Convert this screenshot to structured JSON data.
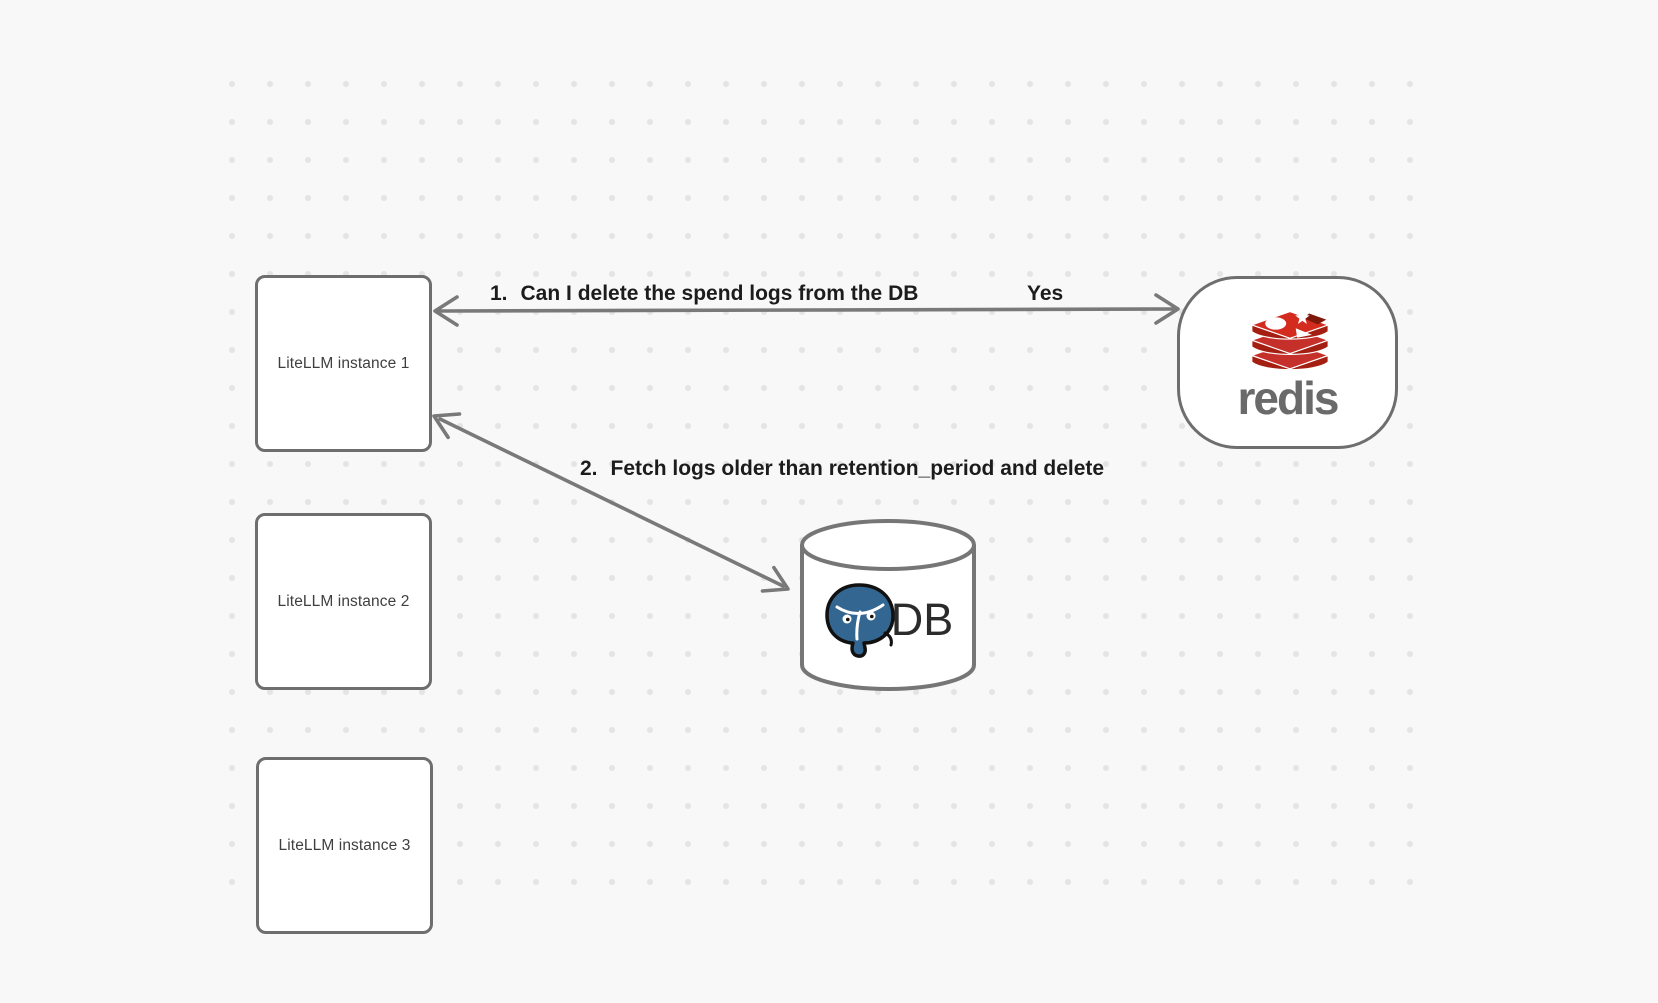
{
  "diagram": {
    "nodes": {
      "instance1": {
        "label": "LiteLLM instance 1"
      },
      "instance2": {
        "label": "LiteLLM instance 2"
      },
      "instance3": {
        "label": "LiteLLM instance 3"
      },
      "redis": {
        "wordmark": "redis"
      },
      "db": {
        "label": "DB"
      }
    },
    "edges": {
      "edge1": {
        "number": "1.",
        "text": "Can I delete the spend logs from the DB",
        "response": "Yes",
        "from": "redis",
        "to": "instance1",
        "style": "double-headed"
      },
      "edge2": {
        "number": "2.",
        "text": "Fetch logs older than retention_period and delete",
        "from": "instance1",
        "to": "db",
        "style": "double-headed"
      }
    },
    "colors": {
      "background": "#f8f8f8",
      "grid_dot": "#e4e4e4",
      "shape_stroke": "#6e6e6e",
      "arrow": "#797979",
      "label_text": "#1c1c1c",
      "node_text": "#3f3f3f",
      "redis_red": "#c6302b",
      "redis_red_dark": "#a41e11",
      "redis_red_bright": "#d32b1e",
      "redis_wordmark": "#6a6a6a",
      "postgres_blue": "#336791",
      "db_text": "#2b2b2b"
    }
  }
}
